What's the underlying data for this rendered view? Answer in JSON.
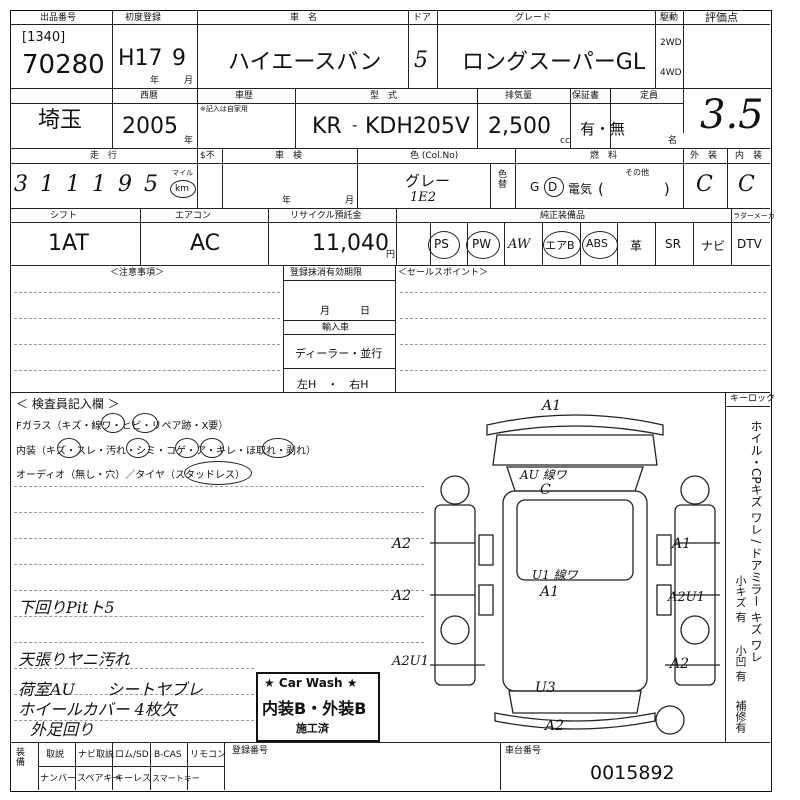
{
  "header": {
    "lot_label": "出品番号",
    "lot_sub": "[1340]",
    "lot_no": "70280",
    "reg_label": "初度登録",
    "reg_era": "H17",
    "reg_month": "9",
    "reg_y": "年",
    "reg_m": "月",
    "name_label": "車　名",
    "name": "ハイエースバン",
    "door_label": "ドア",
    "doors": "5",
    "grade_label": "グレード",
    "grade": "ロングスーパーGL",
    "drive_label": "駆動",
    "drive_2wd": "2WD",
    "drive_4wd": "4WD",
    "score_label": "評価点",
    "score": "3.5"
  },
  "row2": {
    "region": "埼玉",
    "year_label": "西暦",
    "year": "2005",
    "year_unit": "年",
    "history_label": "車歴",
    "history_note": "※記入は自家用",
    "model_label": "型　式",
    "model_prefix": "KR",
    "model": "KDH205V",
    "cc_label": "排気量",
    "cc": "2,500",
    "cc_unit": "cc",
    "warranty_label": "保証書",
    "warranty": "有・無",
    "capacity_label": "定員",
    "capacity_unit": "名"
  },
  "row3": {
    "mileage_label": "走　行",
    "mileage_digits": [
      "3",
      "1",
      "1",
      "1",
      "9",
      "5"
    ],
    "mileage_unit_top": "マイル",
    "mileage_unit": "km",
    "meter_label": "$不",
    "inspection_label": "車　検",
    "insp_y": "年",
    "insp_m": "月",
    "color_label": "色 (Col.No)",
    "color": "グレー",
    "color_no": "1E2",
    "recolor_label": "色替",
    "fuel_label": "燃　料",
    "fuel_g": "G",
    "fuel_d": "D",
    "fuel_elec": "電気",
    "fuel_other": "その他",
    "ext_label": "外　装",
    "ext": "C",
    "int_label": "内　装",
    "int": "C"
  },
  "row4": {
    "shift_label": "シフト",
    "shift": "1AT",
    "ac_label": "エアコン",
    "ac": "AC",
    "recycle_label": "リサイクル預託金",
    "recycle": "11,040",
    "recycle_unit": "円",
    "equip_label": "純正装備品",
    "equip": [
      "PS",
      "PW",
      "AW",
      "エアB",
      "ABS",
      "革",
      "SR",
      "ナビ",
      "DTV"
    ],
    "ladder_label": "ラダーメーカ"
  },
  "notes": {
    "caution_label": "＜注意事項＞",
    "reg_expiry_label": "登録抹消有効期限",
    "sales_label": "＜セールスポイント＞",
    "md": "月　　　日",
    "import_label": "輸入車",
    "dealer": "ディーラー・並行",
    "hand": "左H　・　右H"
  },
  "inspector": {
    "title": "＜ 検査員記入欄 ＞",
    "glass": "Fガラス（キズ・線ワ・ヒビ・リペア跡・X要）",
    "interior": "内装（キズ・スレ・汚れ・シミ・コゲ・ア・キレ・ほ取れ・剥れ）",
    "audio": "オーディオ（無し・穴）／タイヤ（スタッドレス）",
    "notes_hand": [
      "下回りPitト5",
      "天張りヤニ汚れ",
      "荷室AU　　シートヤブレ",
      "ホイールカバー 4枚欠",
      "外足回り"
    ],
    "keylock": "キーロック",
    "side_text": "ホイル・CPキズ ワレ / ドアミラー キズ ワレ",
    "side_sub": [
      "小キズ 有",
      "小凹 有",
      "補修有"
    ]
  },
  "diagram_marks": {
    "top": "A1",
    "roof": "AU 線ワ",
    "roof_sub": "C",
    "center": "U1 線ワ",
    "center2": "A1",
    "bottom": "U3",
    "bottom2": "A2",
    "left1": "A2",
    "left2": "A2",
    "left3": "A2U1",
    "right1": "A1",
    "right2": "A2U1",
    "right3": "A2"
  },
  "carwash": {
    "title": "★ Car Wash ★",
    "line": "内装B・外装B",
    "done": "施工済"
  },
  "footer": {
    "equip_label": "装備",
    "row1": [
      "取説",
      "ナビ取説",
      "ロム/SD",
      "B-CAS",
      "リモコン"
    ],
    "row2": [
      "ナンバー",
      "スペアキー",
      "キーレス",
      "スマートキー",
      ""
    ],
    "reg_no_label": "登録番号",
    "serial_label": "車台番号",
    "serial": "0015892"
  }
}
